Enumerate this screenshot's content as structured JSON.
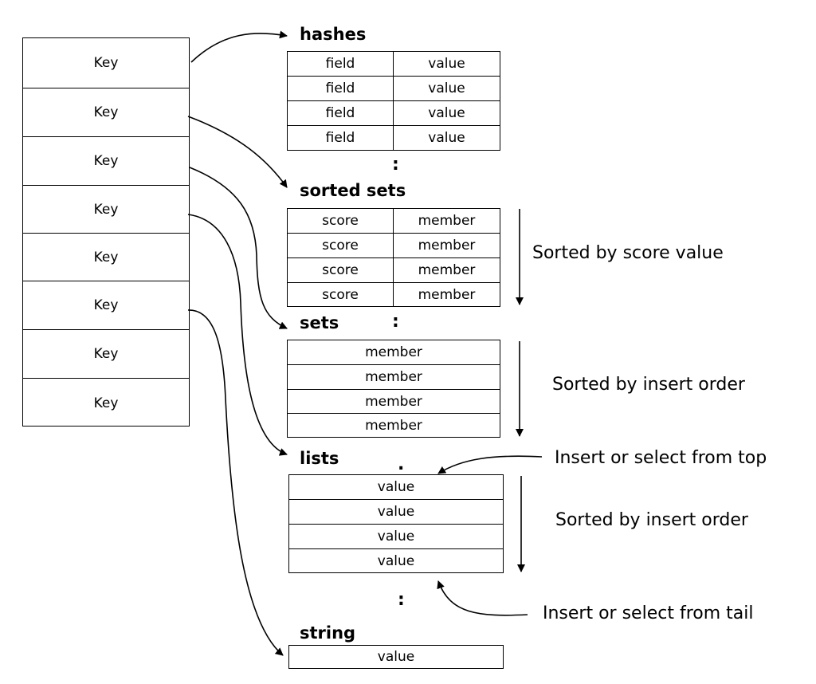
{
  "keys": [
    "Key",
    "Key",
    "Key",
    "Key",
    "Key",
    "Key",
    "Key",
    "Key"
  ],
  "hashes": {
    "title": "hashes",
    "rows": [
      [
        "field",
        "value"
      ],
      [
        "field",
        "value"
      ],
      [
        "field",
        "value"
      ],
      [
        "field",
        "value"
      ]
    ],
    "more": ":"
  },
  "sorted_sets": {
    "title": "sorted  sets",
    "rows": [
      [
        "score",
        "member"
      ],
      [
        "score",
        "member"
      ],
      [
        "score",
        "member"
      ],
      [
        "score",
        "member"
      ]
    ],
    "more": ":",
    "note": "Sorted by score value"
  },
  "sets": {
    "title": "sets",
    "rows": [
      "member",
      "member",
      "member",
      "member"
    ],
    "note": "Sorted by insert order"
  },
  "lists": {
    "title": "lists",
    "rows": [
      "value",
      "value",
      "value",
      "value"
    ],
    "more_top": ".",
    "more_bottom": ":",
    "note": "Sorted by insert order",
    "top_note": "Insert or select from top",
    "tail_note": "Insert or select from tail"
  },
  "string": {
    "title": "string",
    "value": "value"
  }
}
